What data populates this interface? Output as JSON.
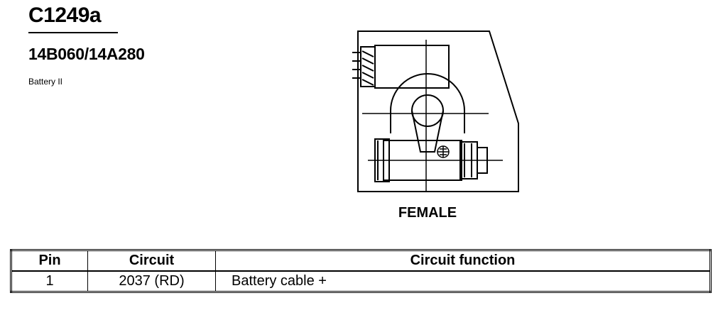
{
  "connector": {
    "id": "C1249a",
    "part_number": "14B060/14A280",
    "description": "Battery II"
  },
  "view_label": "FEMALE",
  "table": {
    "headers": [
      "Pin",
      "Circuit",
      "Circuit function"
    ],
    "rows": [
      {
        "pin": "1",
        "circuit": "2037 (RD)",
        "function": "Battery cable +"
      }
    ]
  },
  "colors": {
    "ink": "#000000",
    "background": "#ffffff"
  }
}
